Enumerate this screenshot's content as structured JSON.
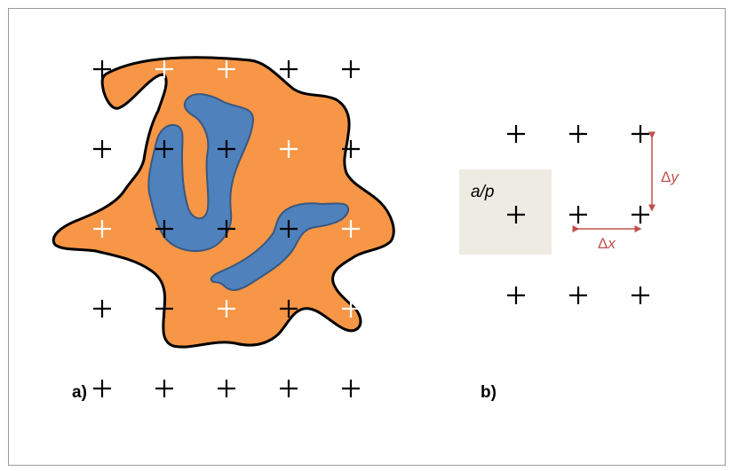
{
  "panels": {
    "a": {
      "label": "a)"
    },
    "b": {
      "label": "b)",
      "box_label": "a/p",
      "dx_label": {
        "symbol": "Δ",
        "var": "x"
      },
      "dy_label": {
        "symbol": "Δ",
        "var": "y"
      }
    }
  },
  "colors": {
    "outer_region": "#f79646",
    "inner_region": "#4f81bd",
    "outline": "#000000",
    "grid_point_outside": "#000000",
    "grid_point_inside": "#ffffff",
    "box_fill": "#eeebe3",
    "arrow": "#c0504d"
  },
  "grid_a": {
    "rows": 5,
    "cols": 5,
    "inside_flags": [
      [
        false,
        true,
        true,
        false,
        false
      ],
      [
        false,
        false,
        false,
        true,
        false
      ],
      [
        true,
        false,
        false,
        false,
        true
      ],
      [
        false,
        false,
        true,
        false,
        true
      ],
      [
        false,
        false,
        false,
        false,
        false
      ]
    ]
  },
  "grid_b": {
    "rows": 3,
    "cols": 3
  }
}
